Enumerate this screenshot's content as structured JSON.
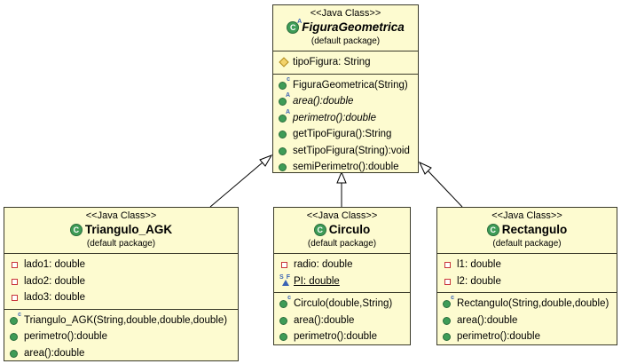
{
  "classes": [
    {
      "stereotype": "<<Java Class>>",
      "name": "FiguraGeometrica",
      "package": "(default package)",
      "attributes": [
        {
          "text": "tipoFigura: String",
          "visibility": "protected"
        }
      ],
      "operations": [
        {
          "text": "FiguraGeometrica(String)",
          "visibility": "public",
          "marker": "C"
        },
        {
          "text": "area():double",
          "visibility": "public",
          "marker": "A",
          "italic": true
        },
        {
          "text": "perimetro():double",
          "visibility": "public",
          "marker": "A",
          "italic": true
        },
        {
          "text": "getTipoFigura():String",
          "visibility": "public"
        },
        {
          "text": "setTipoFigura(String):void",
          "visibility": "public"
        },
        {
          "text": "semiPerimetro():double",
          "visibility": "public"
        }
      ],
      "abstract": true,
      "icon": "abstract-class-icon"
    },
    {
      "stereotype": "<<Java Class>>",
      "name": "Triangulo_AGK",
      "package": "(default package)",
      "attributes": [
        {
          "text": "lado1: double",
          "visibility": "private"
        },
        {
          "text": "lado2: double",
          "visibility": "private"
        },
        {
          "text": "lado3: double",
          "visibility": "private"
        }
      ],
      "operations": [
        {
          "text": "Triangulo_AGK(String,double,double,double)",
          "visibility": "public",
          "marker": "C"
        },
        {
          "text": "perimetro():double",
          "visibility": "public"
        },
        {
          "text": "area():double",
          "visibility": "public"
        }
      ],
      "icon": "class-icon"
    },
    {
      "stereotype": "<<Java Class>>",
      "name": "Circulo",
      "package": "(default package)",
      "attributes": [
        {
          "text": "radio: double",
          "visibility": "private"
        },
        {
          "text": "PI: double",
          "visibility": "static-final",
          "underline": true
        }
      ],
      "operations": [
        {
          "text": "Circulo(double,String)",
          "visibility": "public",
          "marker": "C"
        },
        {
          "text": "area():double",
          "visibility": "public"
        },
        {
          "text": "perimetro():double",
          "visibility": "public"
        }
      ],
      "icon": "class-icon"
    },
    {
      "stereotype": "<<Java Class>>",
      "name": "Rectangulo",
      "package": "(default package)",
      "attributes": [
        {
          "text": "l1: double",
          "visibility": "private"
        },
        {
          "text": "l2: double",
          "visibility": "private"
        }
      ],
      "operations": [
        {
          "text": "Rectangulo(String,double,double)",
          "visibility": "public",
          "marker": "C"
        },
        {
          "text": "area():double",
          "visibility": "public"
        },
        {
          "text": "perimetro():double",
          "visibility": "public"
        }
      ],
      "icon": "class-icon"
    }
  ],
  "edges": [
    {
      "from": "Triangulo_AGK",
      "to": "FiguraGeometrica",
      "type": "generalization"
    },
    {
      "from": "Circulo",
      "to": "FiguraGeometrica",
      "type": "generalization"
    },
    {
      "from": "Rectangulo",
      "to": "FiguraGeometrica",
      "type": "generalization"
    }
  ],
  "colors": {
    "class_fill": "#fdfbd0",
    "border": "#3a3a2a",
    "public": "#3e9c57",
    "private": "#c8343a",
    "protected": "#f3d36b",
    "marker": "#3a63b4"
  }
}
